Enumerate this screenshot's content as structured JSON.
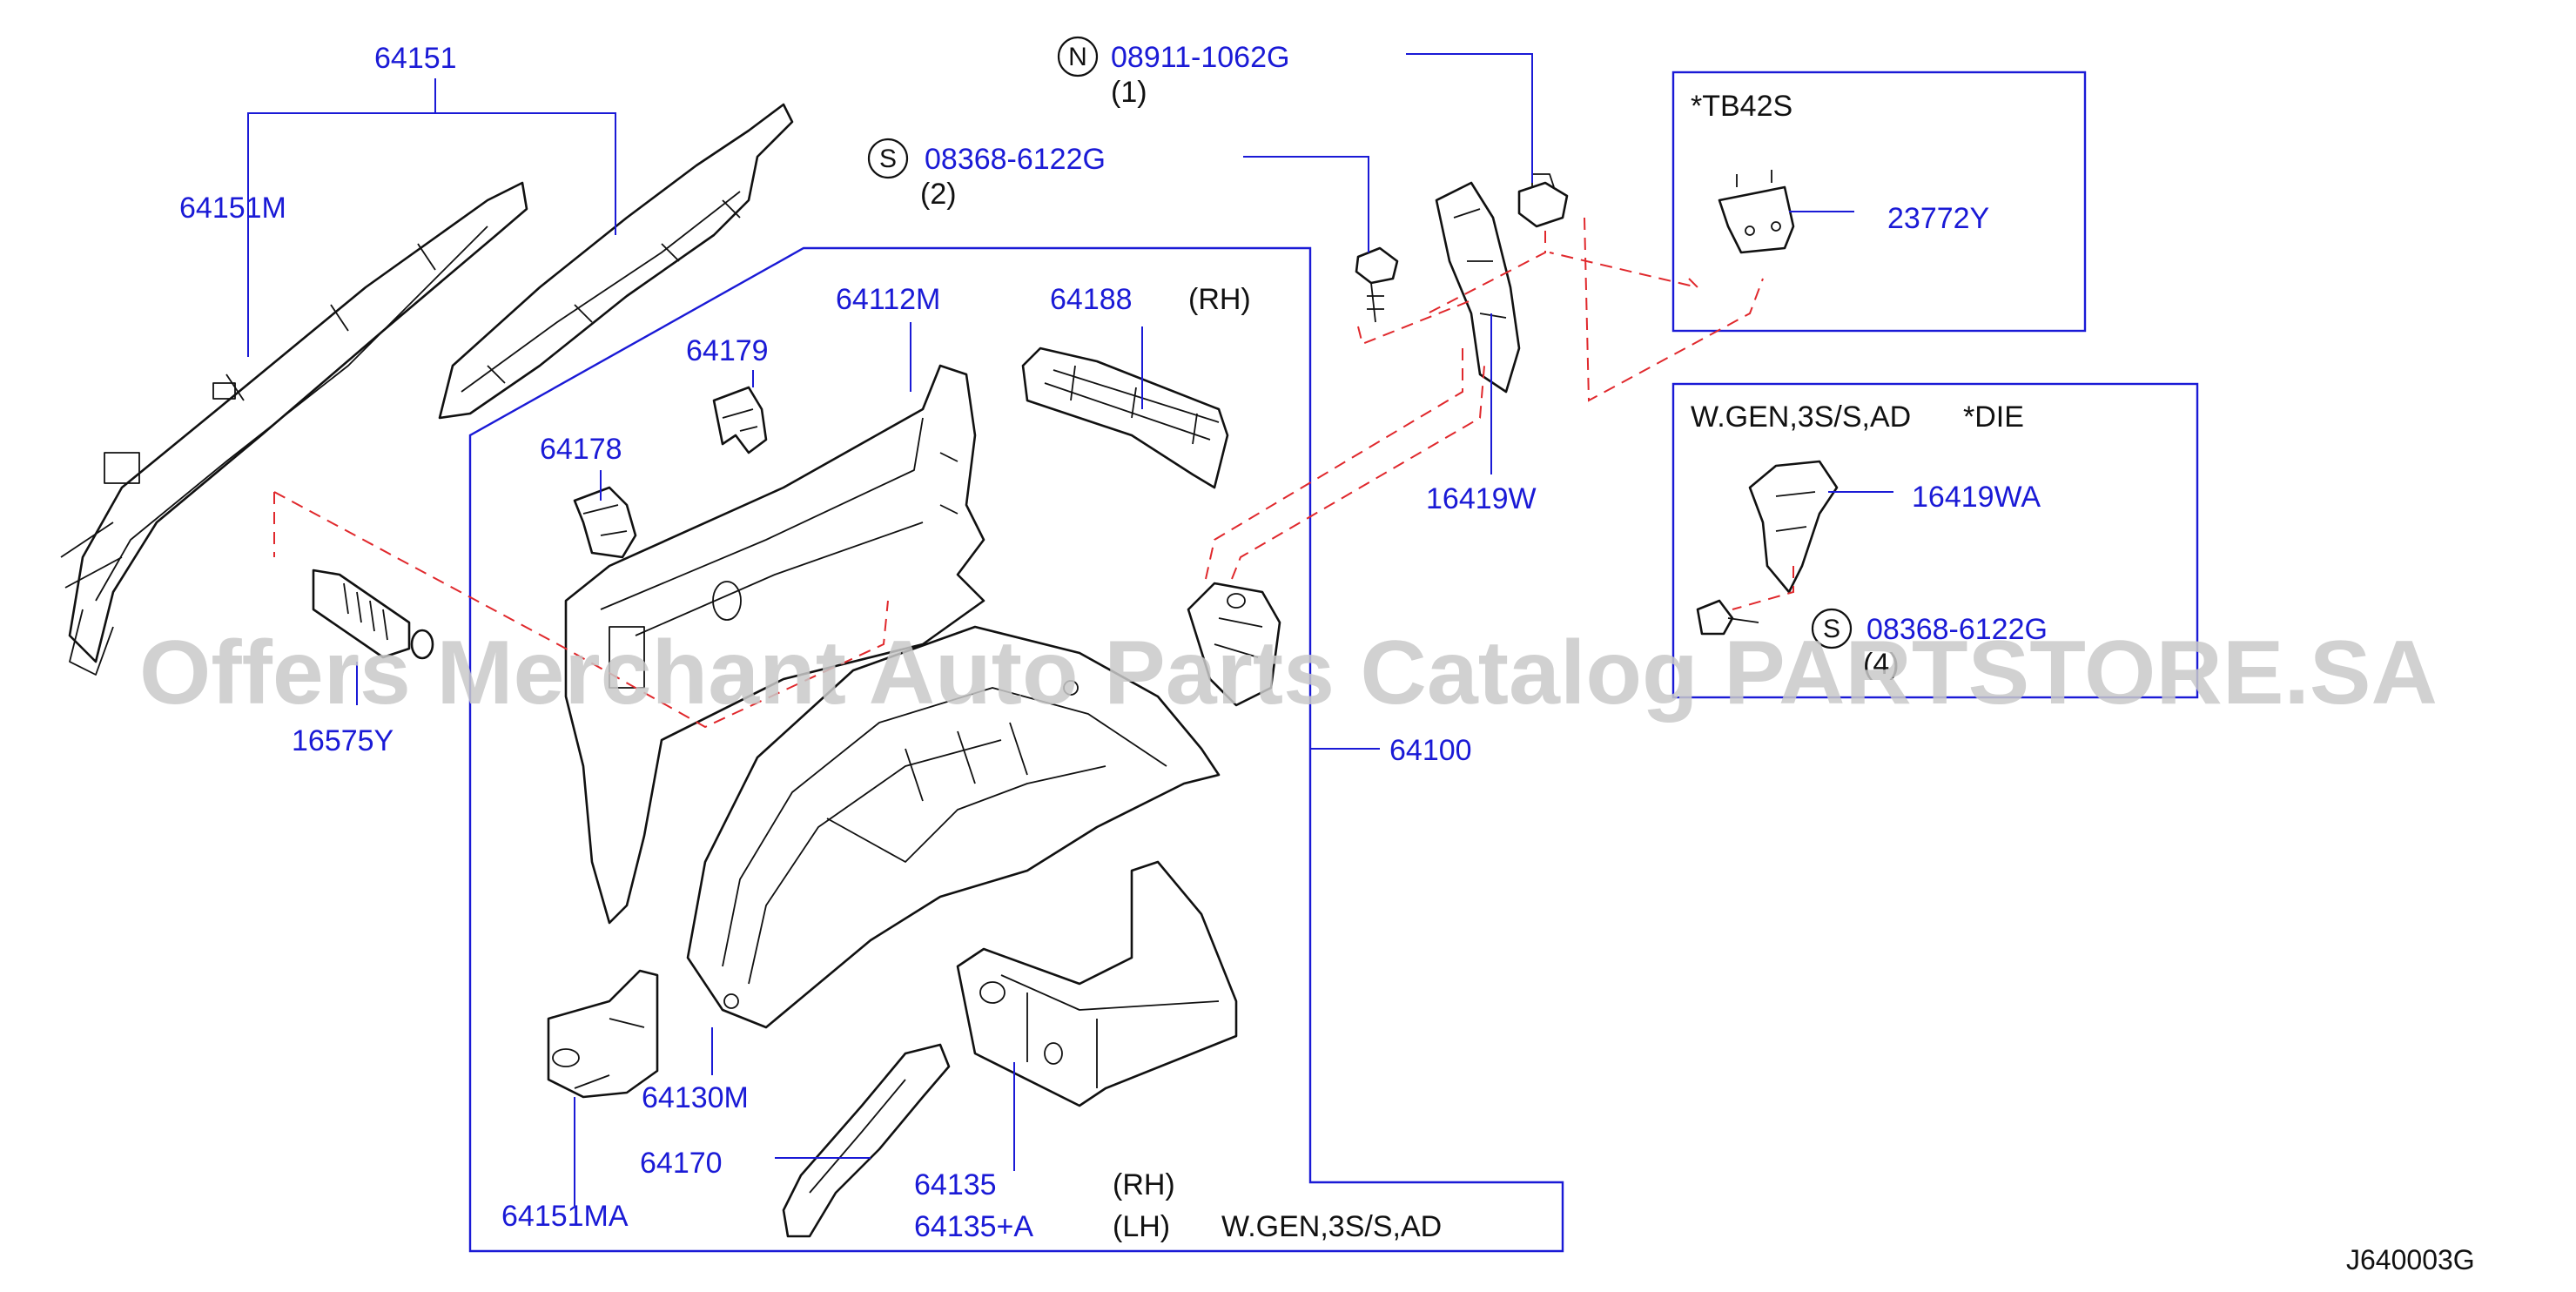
{
  "labels": {
    "p64151": "64151",
    "p64151M": "64151M",
    "p16575Y": "16575Y",
    "p64178": "64178",
    "p64179": "64179",
    "p64112M": "64112M",
    "p64188": "64188",
    "p64188_side": "(RH)",
    "p64100": "64100",
    "p64130M": "64130M",
    "p64151MA": "64151MA",
    "p64170": "64170",
    "p64135": "64135",
    "p64135_side": "(RH)",
    "p64135A": "64135+A",
    "p64135A_side": "(LH)",
    "p64135A_spec": "W.GEN,3S/S,AD",
    "p16419W": "16419W",
    "p23772Y": "23772Y",
    "p16419WA": "16419WA"
  },
  "fasteners": {
    "n_symbol": "N",
    "n_part": "08911-1062G",
    "n_qty": "(1)",
    "s1_symbol": "S",
    "s1_part": "08368-6122G",
    "s1_qty": "(2)",
    "s2_symbol": "S",
    "s2_part": "08368-6122G",
    "s2_qty": "(4)"
  },
  "insets": {
    "tb42s_title": "*TB42S",
    "wgen_title": "W.GEN,3S/S,AD",
    "wgen_title2": "*DIE"
  },
  "watermark": "Offers Merchant Auto Parts Catalog PARTSTORE.SA",
  "diagram_ref": "J640003G",
  "colors": {
    "part_number": "#1a1ad6",
    "text": "#111111",
    "dashed_leader": "#e0282c",
    "watermark": "#c9c9c9"
  }
}
